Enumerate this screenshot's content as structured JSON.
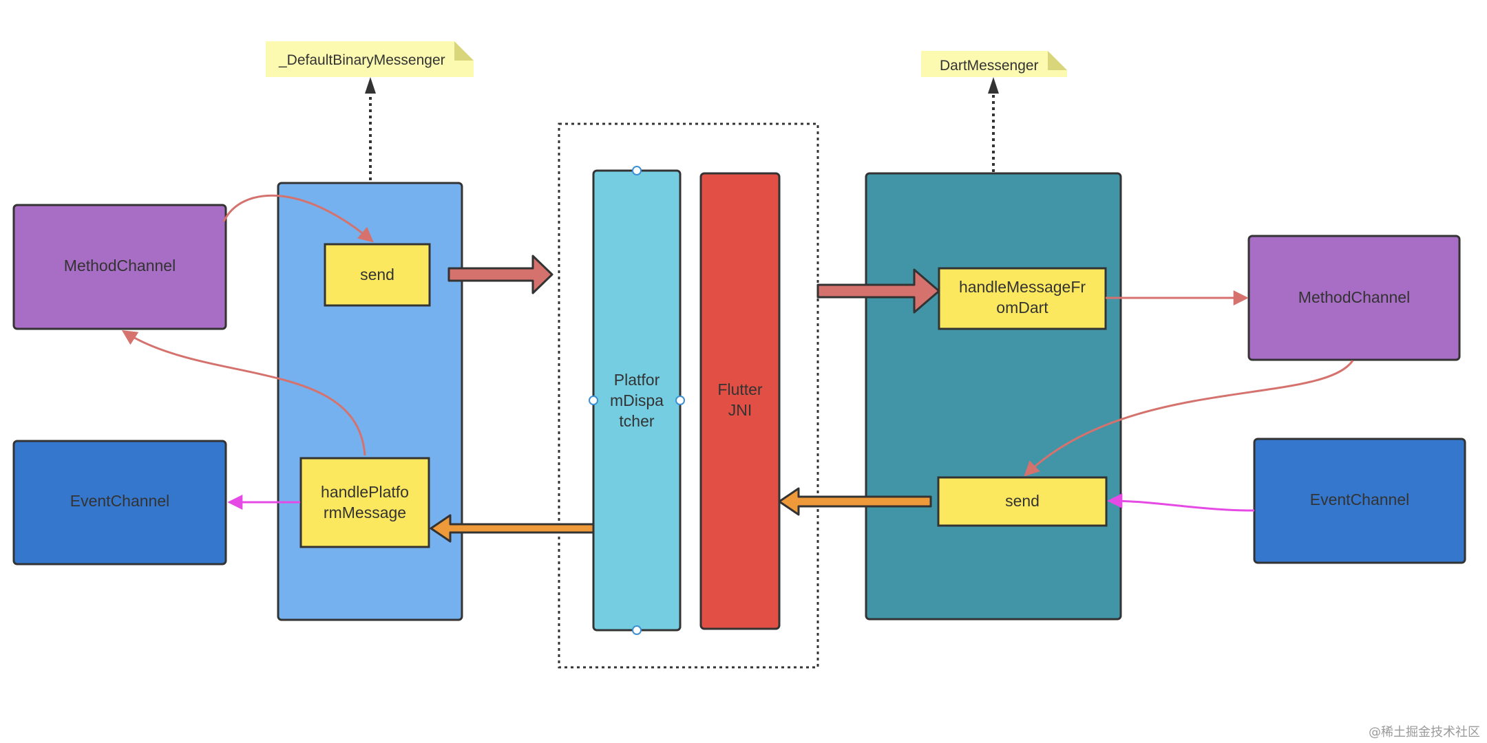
{
  "notes": {
    "default_binary_messenger": "_DefaultBinaryMessenger",
    "dart_messenger": "DartMessenger"
  },
  "left": {
    "method_channel": "MethodChannel",
    "event_channel": "EventChannel",
    "send": "send",
    "handle_platform_message": [
      "handlePlatfo",
      "rmMessage"
    ]
  },
  "middle": {
    "platform_dispatcher": [
      "Platfor",
      "mDispa",
      "tcher"
    ],
    "flutter_jni": [
      "Flutter",
      "JNI"
    ]
  },
  "right": {
    "handle_message_from_dart": [
      "handleMessageFr",
      "omDart"
    ],
    "send": "send",
    "method_channel": "MethodChannel",
    "event_channel": "EventChannel"
  },
  "watermark": "@稀土掘金技术社区",
  "colors": {
    "purple": "#A86DC4",
    "dark_blue": "#3477CC",
    "light_blue": "#74B1EE",
    "cyan": "#74CDE0",
    "red": "#E25045",
    "teal": "#4295A6",
    "yellow_box": "#FBE85E",
    "note_yellow": "#FBFAB0",
    "salmon": "#D5726E",
    "orange": "#EE9A3A",
    "magenta": "#E54BE4"
  }
}
